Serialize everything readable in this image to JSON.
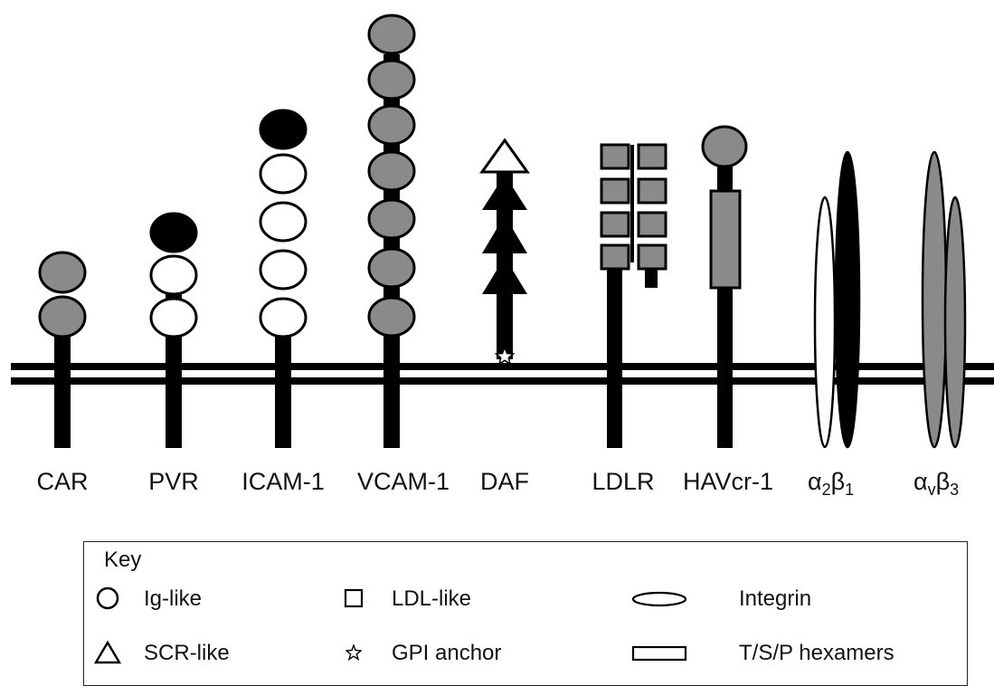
{
  "receptors": [
    {
      "id": "car",
      "label": "CAR"
    },
    {
      "id": "pvr",
      "label": "PVR"
    },
    {
      "id": "icam",
      "label": "ICAM-1"
    },
    {
      "id": "vcam",
      "label": "VCAM-1"
    },
    {
      "id": "daf",
      "label": "DAF"
    },
    {
      "id": "ldlr",
      "label": "LDLR"
    },
    {
      "id": "havcr",
      "label": "HAVcr-1"
    }
  ],
  "integrins": [
    {
      "id": "a2b1",
      "alpha": "α",
      "alpha_sub": "2",
      "beta": "β",
      "beta_sub": "1"
    },
    {
      "id": "avb3",
      "alpha": "α",
      "alpha_sub": "v",
      "beta": "β",
      "beta_sub": "3"
    }
  ],
  "key": {
    "title": "Key",
    "items": [
      {
        "symbol": "circle-icon",
        "label": "Ig-like"
      },
      {
        "symbol": "square-icon",
        "label": "LDL-like"
      },
      {
        "symbol": "ellipse-icon",
        "label": "Integrin"
      },
      {
        "symbol": "triangle-icon",
        "label": "SCR-like"
      },
      {
        "symbol": "star-icon",
        "label": "GPI anchor"
      },
      {
        "symbol": "rectangle-icon",
        "label": "T/S/P hexamers"
      }
    ]
  },
  "colors": {
    "gray": "#8a8a8a",
    "black": "#000000",
    "white": "#ffffff"
  }
}
